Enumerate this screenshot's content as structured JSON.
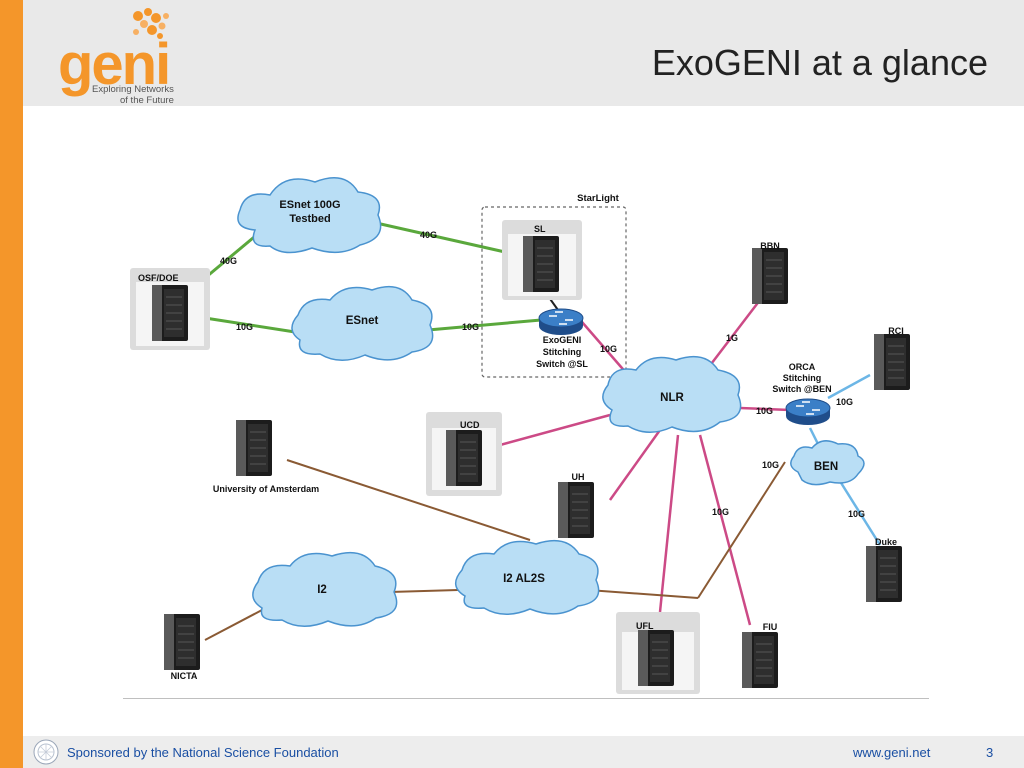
{
  "header": {
    "title": "ExoGENI at a glance",
    "logo_text": "geni",
    "logo_tagline_1": "Exploring Networks",
    "logo_tagline_2": "of the Future"
  },
  "diagram": {
    "starlight_label": "StarLight",
    "clouds": {
      "esnet100g_line1": "ESnet 100G",
      "esnet100g_line2": "Testbed",
      "esnet": "ESnet",
      "nlr": "NLR",
      "ben": "BEN",
      "i2": "I2",
      "i2al2s": "I2 AL2S"
    },
    "nodes": {
      "osf_doe": "OSF/DOE",
      "sl": "SL",
      "bbn": "BBN",
      "rci": "RCI",
      "ucd": "UCD",
      "uh": "UH",
      "uva": "University of Amsterdam",
      "duke": "Duke",
      "ufl": "UFL",
      "fiu": "FIU",
      "nicta": "NICTA"
    },
    "switches": {
      "exogeni_line1": "ExoGENI",
      "exogeni_line2": "Stitching",
      "exogeni_line3": "Switch @SL",
      "orca_line1": "ORCA",
      "orca_line2": "Stitching",
      "orca_line3": "Switch @BEN"
    },
    "link_labels": {
      "osf_esnet100g": "40G",
      "esnet100g_sl": "40G",
      "osf_esnet": "10G",
      "esnet_switch": "10G",
      "switch_nlr": "10G",
      "nlr_bbn": "1G",
      "nlr_orca": "10G",
      "orca_rci": "10G",
      "orca_uh": "10G",
      "nlr_fiu": "10G",
      "ben_duke": "10G"
    },
    "colors": {
      "green_link": "#5aa83c",
      "magenta_link": "#cc4a86",
      "brown_link": "#8a5a34",
      "blue_link": "#6cb6e6",
      "cloud_fill": "#b9def5",
      "cloud_stroke": "#4a93cf"
    }
  },
  "footer": {
    "sponsor_text": "Sponsored by the National Science Foundation",
    "url": "www.geni.net",
    "page_number": "3"
  }
}
